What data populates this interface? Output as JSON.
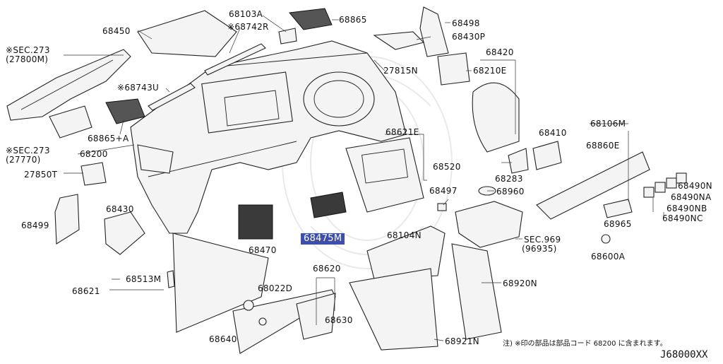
{
  "labels": {
    "p68450": "68450",
    "p68103A": "68103A",
    "p68742R": "※68742R",
    "p68865": "68865",
    "p68498": "68498",
    "p68430P": "68430P",
    "p68420": "68420",
    "sec273a": "※SEC.273",
    "sec273a_sub": "(27800M)",
    "p27815N": "27815N",
    "p68210E": "68210E",
    "p68743U": "※68743U",
    "p68865A": "68865+A",
    "p68621E": "68621E",
    "p68106M": "68106M",
    "p68410": "68410",
    "p68860E": "68860E",
    "sec273b": "※SEC.273",
    "sec273b_sub": "(27770)",
    "p68200": "68200",
    "p68520": "68520",
    "p27850T": "27850T",
    "p68283": "68283",
    "p68490N": "68490N",
    "p68497": "68497",
    "p68960": "68960",
    "p68490NA": "68490NA",
    "p68430": "68430",
    "p68490NB": "68490NB",
    "p68499": "68499",
    "p68965": "68965",
    "p68490NC": "68490NC",
    "p68104N": "68104N",
    "p68475M": "68475M",
    "sec969": "SEC.969",
    "sec969_sub": "(96935)",
    "p68470": "68470",
    "p68600A": "68600A",
    "p68513M": "68513M",
    "p68620": "68620",
    "p68621": "68621",
    "p68022D": "68022D",
    "p68920N": "68920N",
    "p68630": "68630",
    "p68640": "68640",
    "p68921N": "68921N"
  },
  "footnote": "注) ※印の部品は部品コード 68200 に含まれます。",
  "diagram_code": "J68000XX",
  "colors": {
    "highlight": "#3d4fa8",
    "ink": "#222222"
  }
}
